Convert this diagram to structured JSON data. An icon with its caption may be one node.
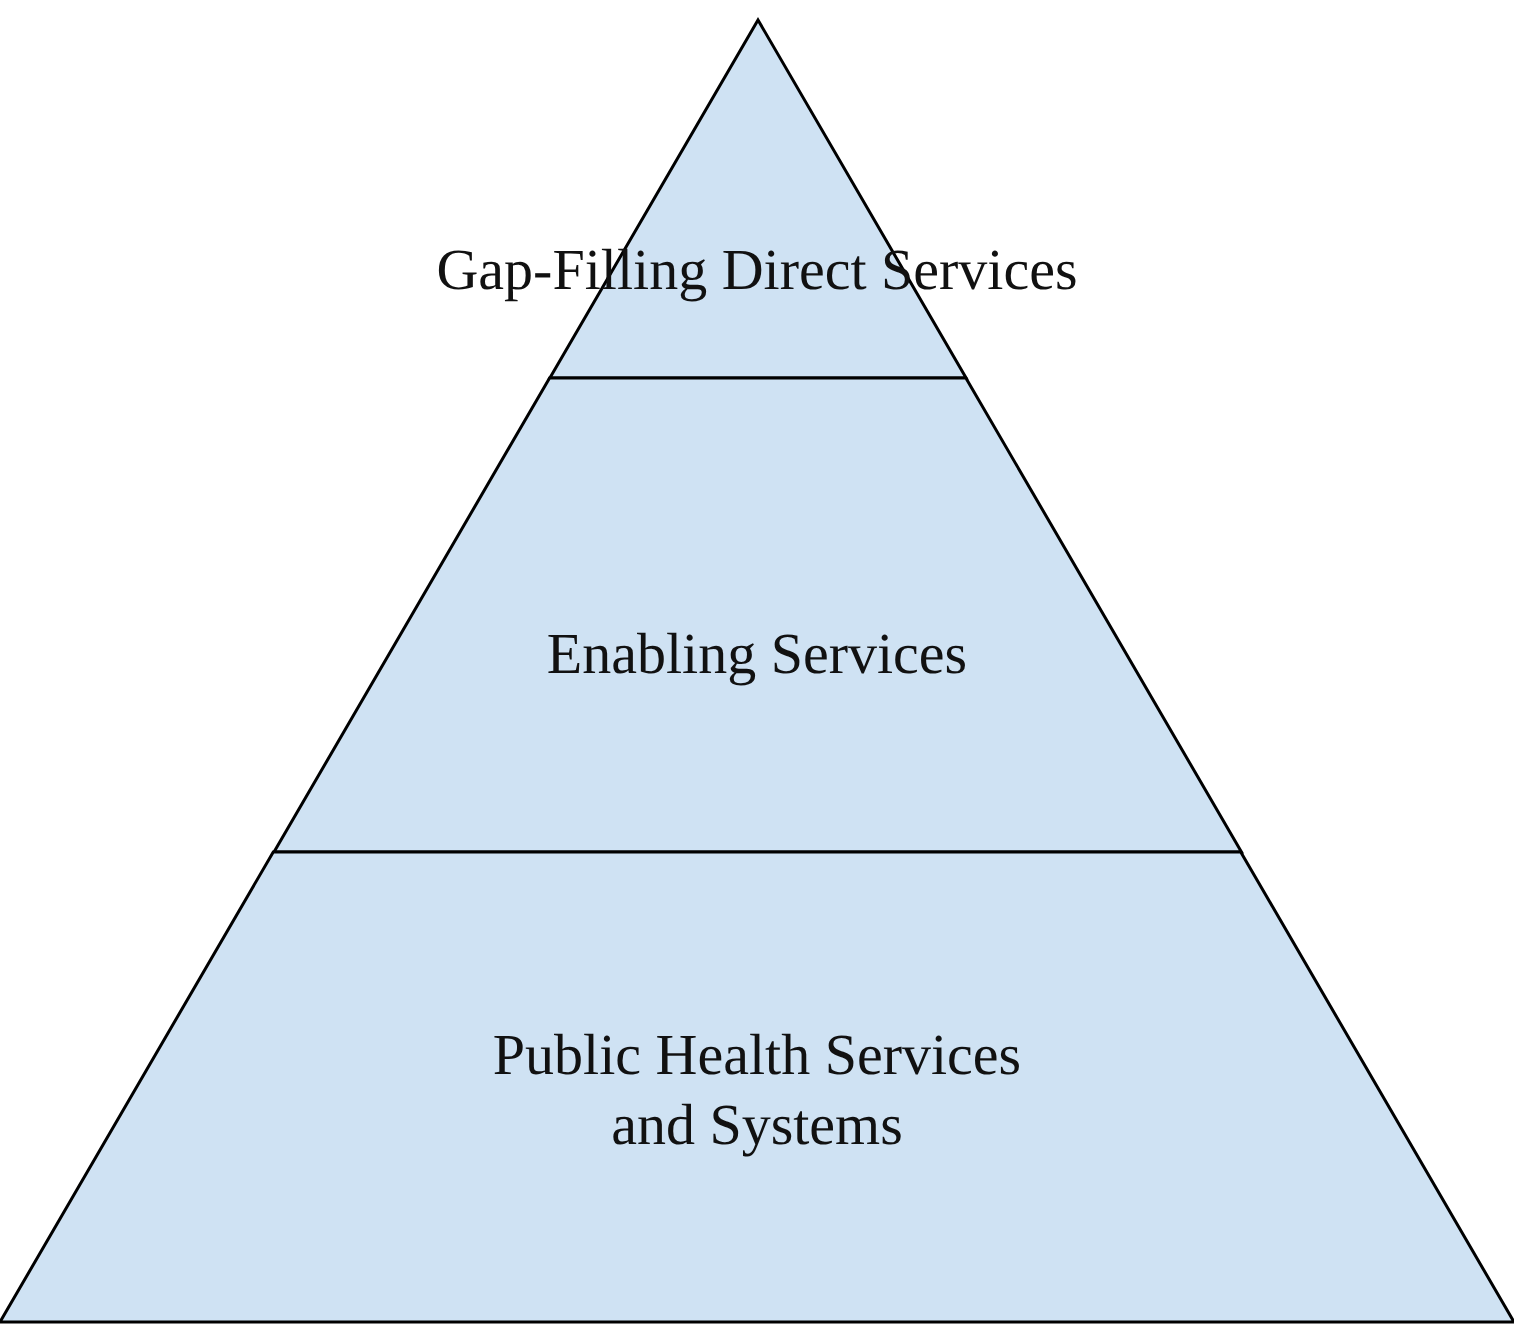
{
  "diagram": {
    "nodes": [
      {
        "text": [
          "Gap-Filling Direct Services"
        ]
      },
      {
        "text": [
          "Enabling Services"
        ]
      },
      {
        "text": [
          "Public Health Services and Systems"
        ]
      }
    ]
  }
}
